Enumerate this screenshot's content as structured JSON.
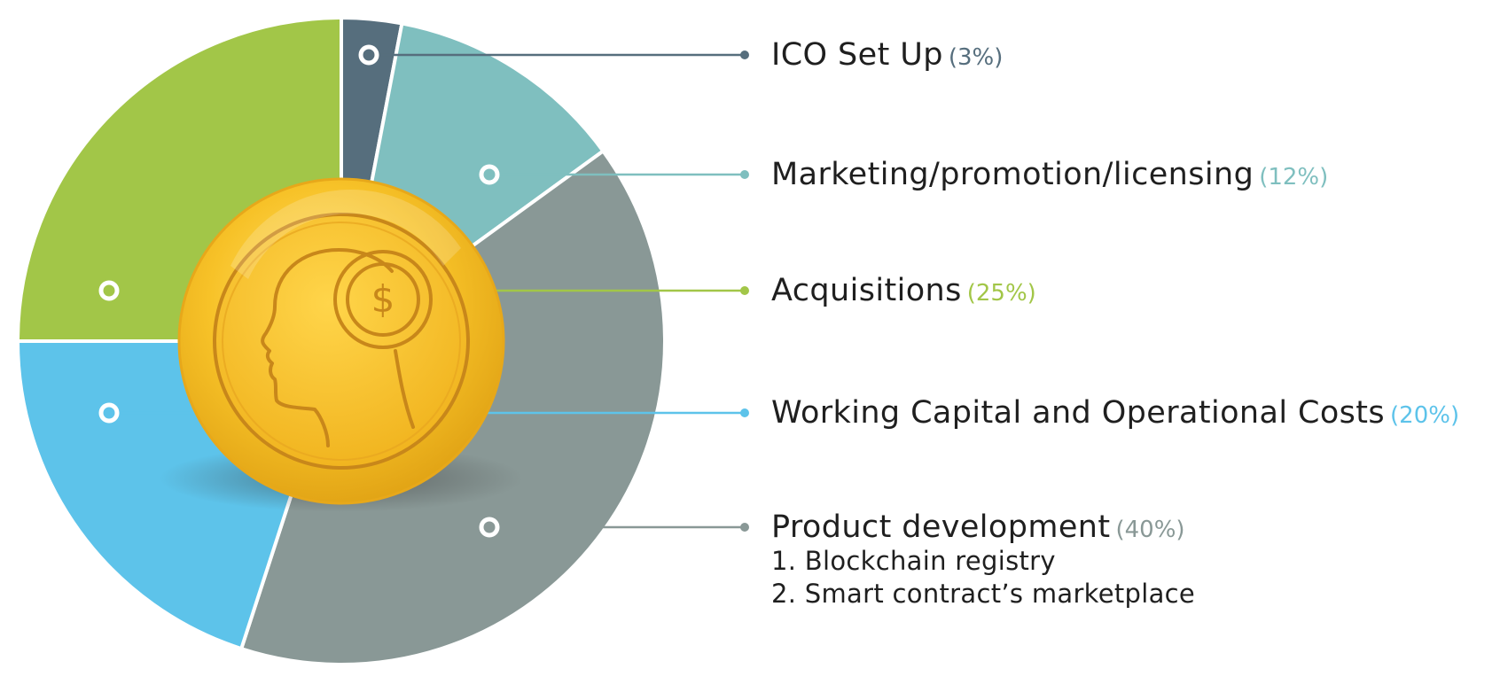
{
  "chart_data": {
    "type": "pie",
    "slices": [
      {
        "label": "ICO Set Up",
        "pct_text": "(3%)",
        "value": 3,
        "color": "#566e7d",
        "details": []
      },
      {
        "label": "Marketing/promotion/licensing",
        "pct_text": "(12%)",
        "value": 12,
        "color": "#7fbfbf",
        "details": []
      },
      {
        "label": "Product development",
        "pct_text": "(40%)",
        "value": 40,
        "color": "#899896",
        "details": [
          "1. Blockchain registry",
          "2. Smart contract’s marketplace"
        ]
      },
      {
        "label": "Working Capital and Operational Costs",
        "pct_text": "(20%)",
        "value": 20,
        "color": "#5dc3ea",
        "details": []
      },
      {
        "label": "Acquisitions",
        "pct_text": "(25%)",
        "value": 25,
        "color": "#a2c648",
        "details": []
      }
    ],
    "legend_order": [
      0,
      1,
      4,
      3,
      2
    ],
    "start_angle": "12 o'clock",
    "direction": "clockwise",
    "center_icon": "gold-coin-head-dollar-icon",
    "accent_colors": {
      "coin": "#f7c228",
      "coin_dark": "#d99a10",
      "coin_line": "#c8871a"
    }
  }
}
